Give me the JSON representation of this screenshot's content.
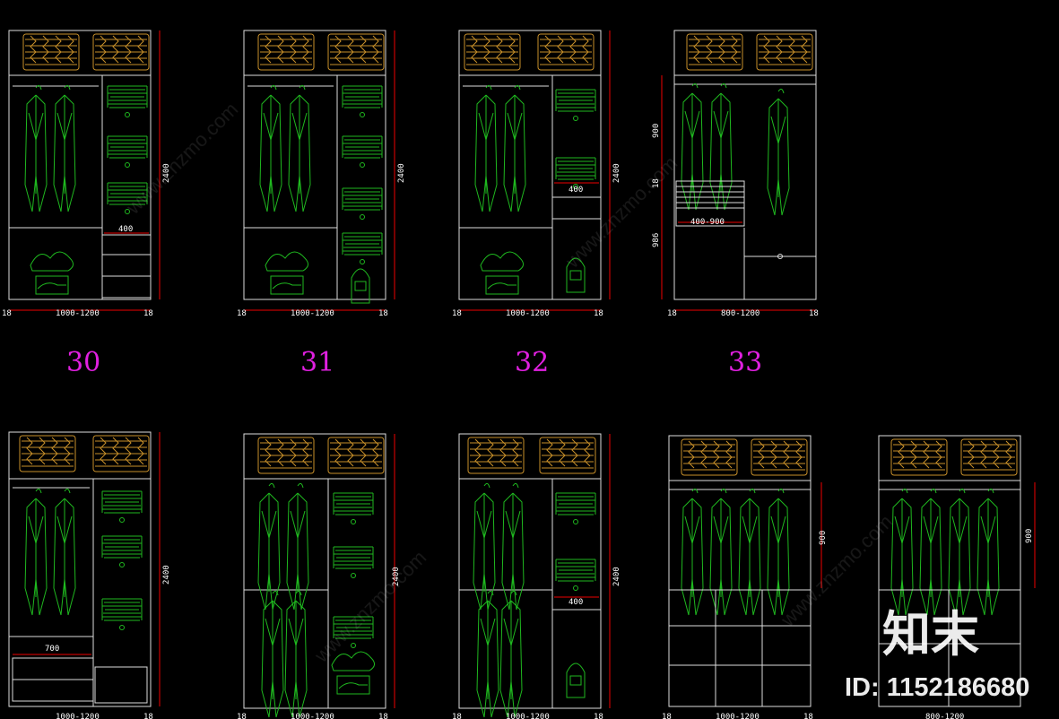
{
  "colors": {
    "background": "#000000",
    "cabinet": "#dddddd",
    "clothes": "#1fb81f",
    "storage": "#c8902a",
    "dimension": "#e00000",
    "label": "#e020e0"
  },
  "watermark": {
    "brand": "知末",
    "id": "ID: 1152186680",
    "ghost_text": "www.znzmo.com"
  },
  "layouts": [
    {
      "number": "30",
      "width": "1000-1200",
      "height": "2400",
      "inner": "400",
      "side_left": "18",
      "side_right": "18"
    },
    {
      "number": "31",
      "width": "1000-1200",
      "height": "2400",
      "side_left": "18",
      "side_right": "18"
    },
    {
      "number": "32",
      "width": "1000-1200",
      "height": "2400",
      "inner": "400",
      "side_left": "18",
      "side_right": "18"
    },
    {
      "number": "33",
      "width": "800-1200",
      "inner": "400-900",
      "upper": "900",
      "mid": "18",
      "lower": "986",
      "side_left": "18",
      "side_right": "18"
    },
    {
      "width": "1000-1200",
      "height": "2400",
      "inner": "700",
      "side_right": "18"
    },
    {
      "width": "1000-1200",
      "height": "2400",
      "side_left": "18",
      "side_right": "18"
    },
    {
      "width": "1000-1200",
      "height": "2400",
      "inner": "400",
      "side_left": "18",
      "side_right": "18"
    },
    {
      "width": "1000-1200",
      "upper": "900",
      "side_left": "18",
      "side_right": "18"
    },
    {
      "width": "800-1200",
      "upper": "900"
    }
  ]
}
